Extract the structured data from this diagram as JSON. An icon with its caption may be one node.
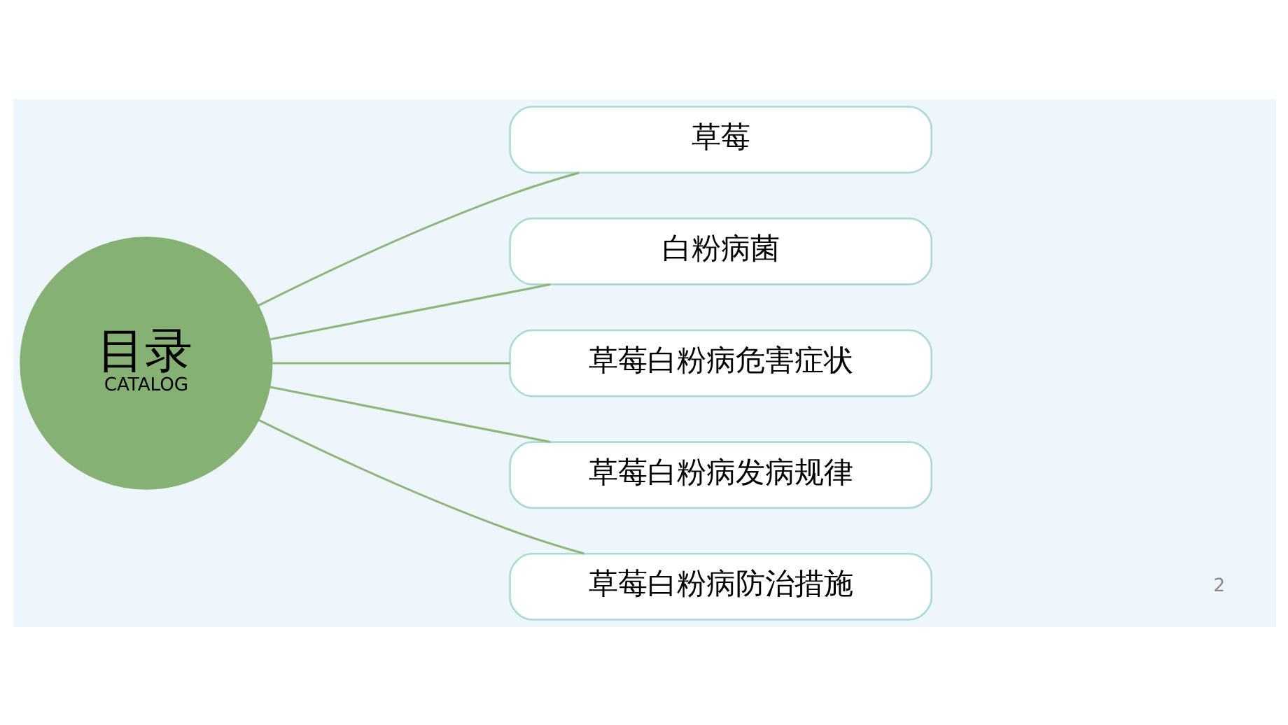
{
  "diagram": {
    "nodes": [
      {
        "text": [
          "目录",
          "CATALOG"
        ]
      },
      {
        "text": [
          "草莓"
        ]
      },
      {
        "text": [
          "白粉病菌"
        ]
      },
      {
        "text": [
          "草莓白粉病危害症状"
        ]
      },
      {
        "text": [
          "草莓白粉病发病规律"
        ]
      },
      {
        "text": [
          "草莓白粉病防治措施"
        ]
      }
    ],
    "edges": [
      {
        "from": 0,
        "to": 1,
        "arrow": "none"
      },
      {
        "from": 0,
        "to": 2,
        "arrow": "none"
      },
      {
        "from": 0,
        "to": 3,
        "arrow": "none"
      },
      {
        "from": 0,
        "to": 4,
        "arrow": "none"
      },
      {
        "from": 0,
        "to": 5,
        "arrow": "none"
      }
    ],
    "labels": [
      "2"
    ]
  }
}
